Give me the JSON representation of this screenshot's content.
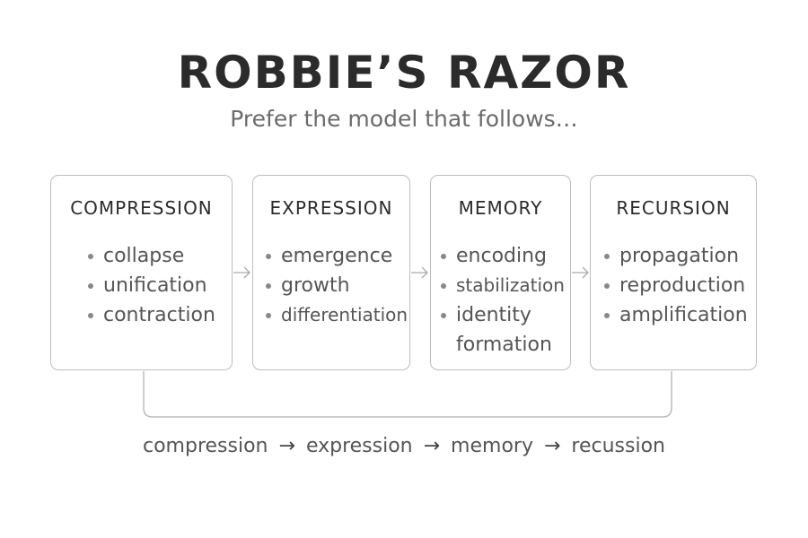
{
  "title": "ROBBIE’S RAZOR",
  "subtitle": "Prefer the model that follows…",
  "stages": [
    {
      "heading": "COMPRESSION",
      "items": [
        "collapse",
        "unification",
        "contraction"
      ]
    },
    {
      "heading": "EXPRESSION",
      "items": [
        "emergence",
        "growth",
        "differentiation"
      ]
    },
    {
      "heading": "MEMORY",
      "items": [
        "encoding",
        "stabilization",
        "identity",
        "formation"
      ]
    },
    {
      "heading": "RECURSION",
      "items": [
        "propagation",
        "reproduction",
        "amplification"
      ]
    }
  ],
  "arrow_glyph": "→",
  "flow": [
    "compression",
    "expression",
    "memory",
    "recussion"
  ],
  "colors": {
    "border": "#bdbdbd",
    "text": "#2b2b2b",
    "muted": "#6b6b6b"
  }
}
